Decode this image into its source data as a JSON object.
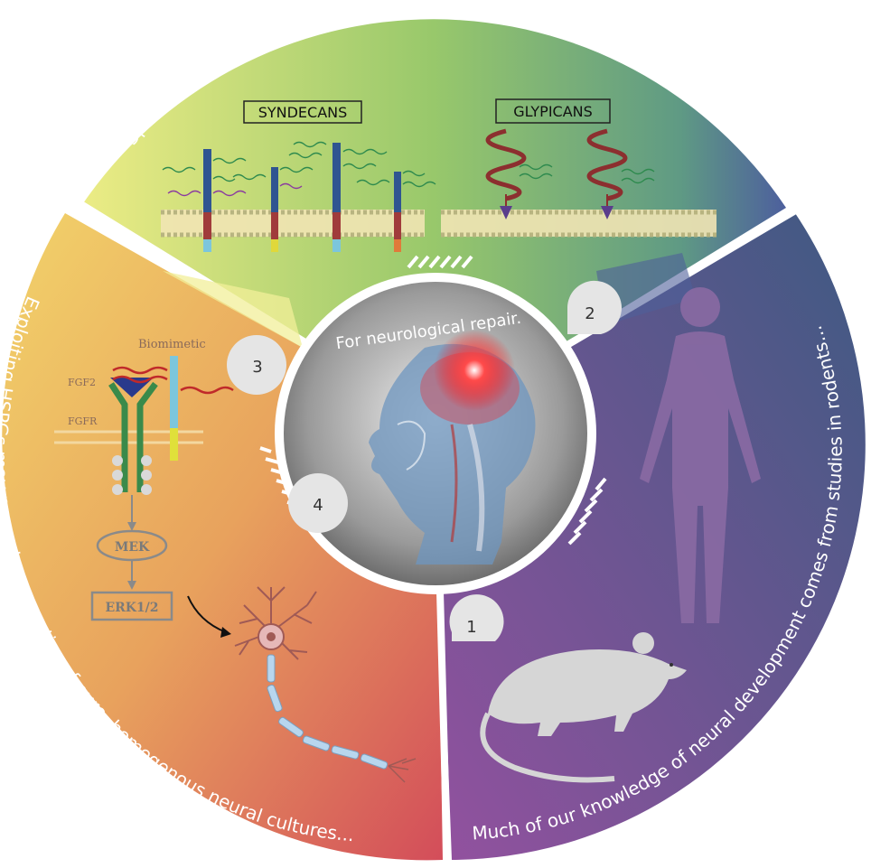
{
  "center": {
    "text": "For neurological repair."
  },
  "sectors": {
    "top": {
      "arc_text": "Specific heparan sulfate proteoglycan members play key roles in neurogenesis..."
    },
    "right": {
      "arc_text": "Much of our knowledge of neural development comes from studies in rodents..."
    },
    "left": {
      "arc_text": "Exploiting HSPGs may promote generation of pure, homogenous neural cultures..."
    }
  },
  "labels": {
    "syndecans": "SYNDECANS",
    "glypicans": "GLYPICANS",
    "biomimetic": "Biomimetic",
    "fgf2": "FGF2",
    "fgfr": "FGFR",
    "mek": "MEK",
    "erk": "ERK1/2"
  },
  "badges": [
    "1",
    "2",
    "3",
    "4"
  ],
  "icons": {
    "head": "brain-head-icon",
    "human": "human-silhouette-icon",
    "rat": "rat-icon",
    "neuron": "neuron-icon"
  },
  "colors": {
    "top_gradient": [
      "#e7e57c",
      "#8cc46e",
      "#5a7fa4"
    ],
    "right_gradient": [
      "#4b5d86",
      "#8d4f9c"
    ],
    "left_gradient": [
      "#f0c45e",
      "#e59a5a",
      "#d9565a"
    ]
  }
}
